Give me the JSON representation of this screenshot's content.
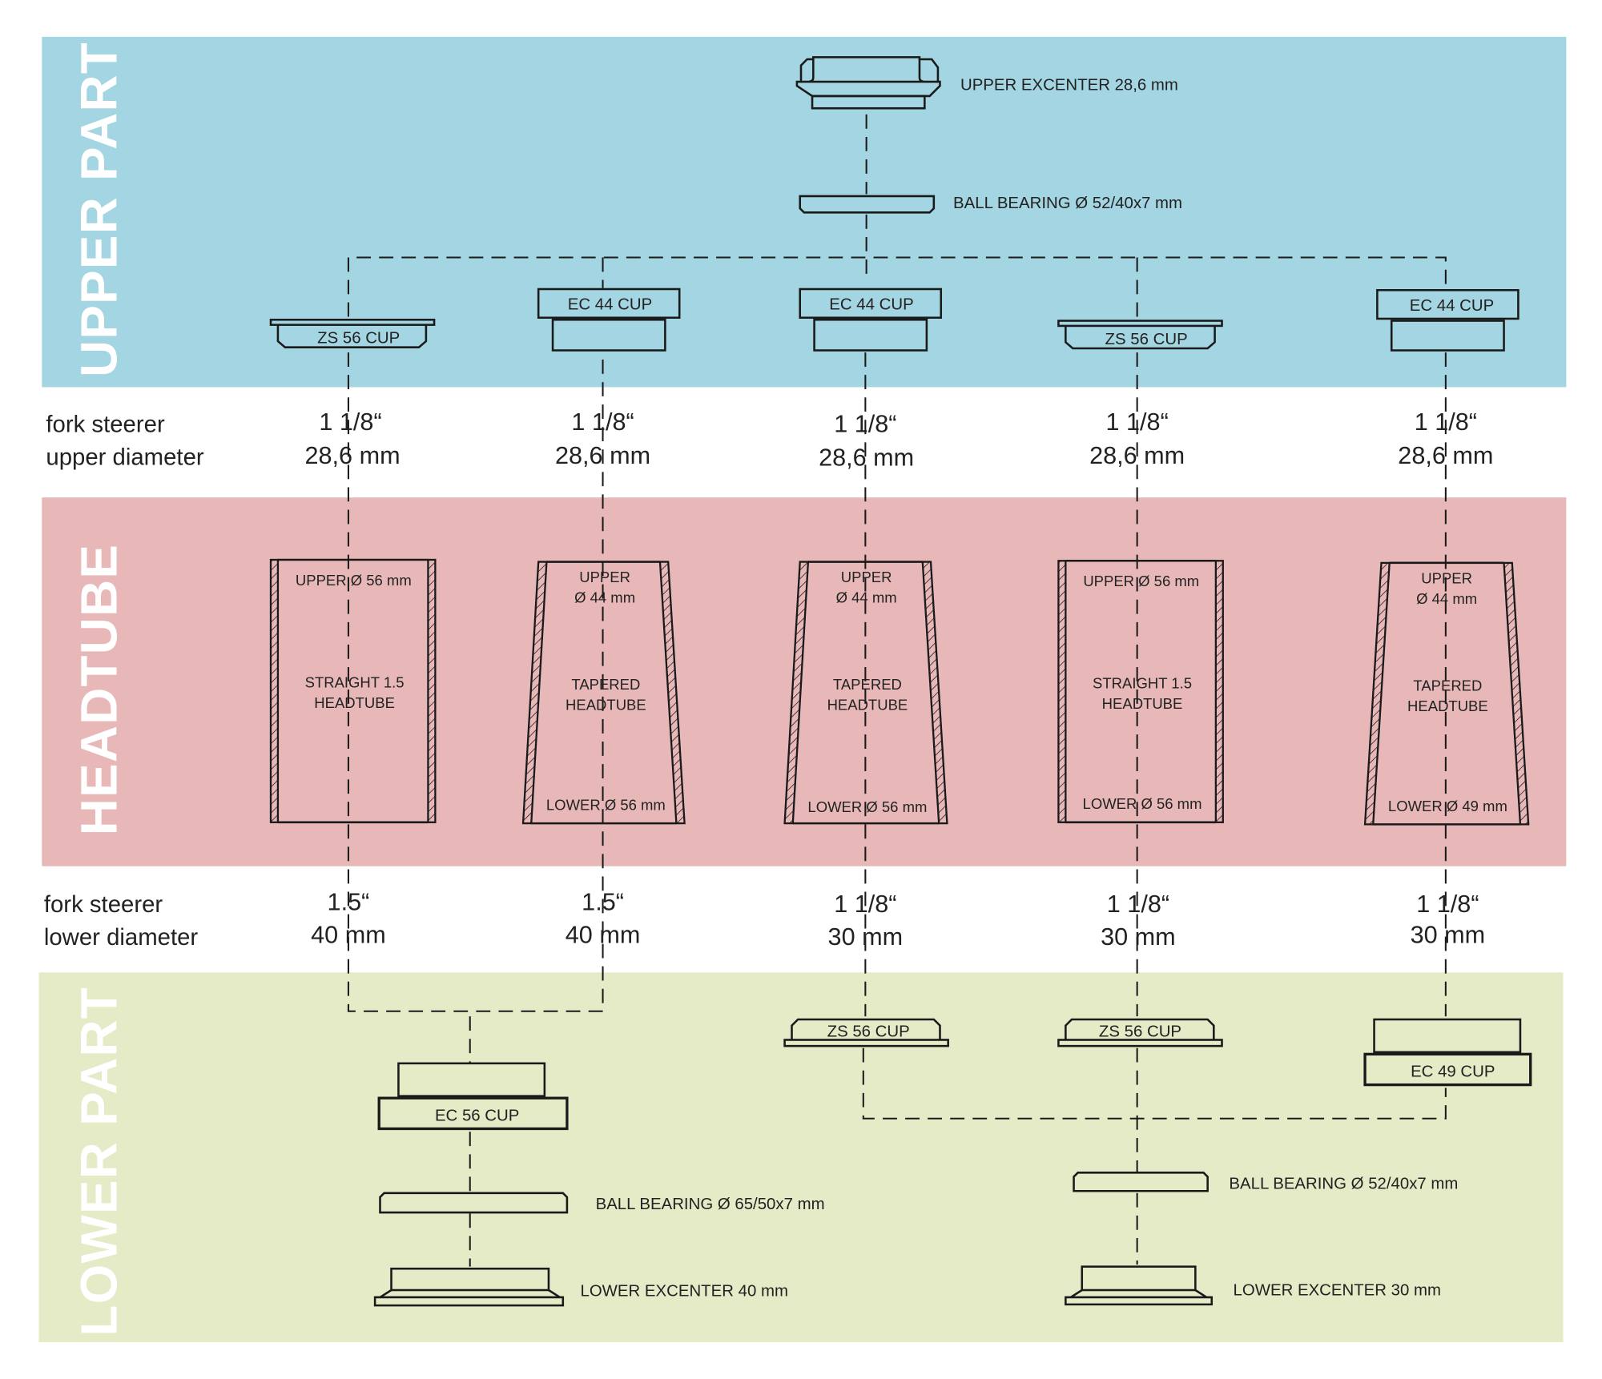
{
  "colors": {
    "upper": "#a3d5e2",
    "headtube": "#e8b8b9",
    "lower": "#e4ebc6"
  },
  "sections": {
    "upper": "UPPER PART",
    "headtube": "HEADTUBE",
    "lower": "LOWER PART"
  },
  "upper_parts": {
    "excenter": "UPPER EXCENTER 28,6 mm",
    "bearing": "BALL BEARING Ø 52/40x7 mm"
  },
  "row_labels": {
    "upper_1": "fork steerer",
    "upper_2": "upper diameter",
    "lower_1": "fork steerer",
    "lower_2": "lower diameter"
  },
  "columns": [
    {
      "upper_cup": "ZS 56 CUP",
      "upper_in": "1 1/8“",
      "upper_mm": "28,6 mm",
      "ht_upper": "UPPER Ø 56 mm",
      "ht_upper2": "",
      "ht_type1": "STRAIGHT 1.5",
      "ht_type2": "HEADTUBE",
      "ht_lower": "",
      "lower_in": "1.5“",
      "lower_mm": "40 mm"
    },
    {
      "upper_cup": "EC 44 CUP",
      "upper_in": "1 1/8“",
      "upper_mm": "28,6 mm",
      "ht_upper": "UPPER",
      "ht_upper2": "Ø 44 mm",
      "ht_type1": "TAPERED",
      "ht_type2": "HEADTUBE",
      "ht_lower": "LOWER Ø 56 mm",
      "lower_in": "1.5“",
      "lower_mm": "40 mm"
    },
    {
      "upper_cup": "EC 44 CUP",
      "upper_in": "1 1/8“",
      "upper_mm": "28,6 mm",
      "ht_upper": "UPPER",
      "ht_upper2": "Ø 44 mm",
      "ht_type1": "TAPERED",
      "ht_type2": "HEADTUBE",
      "ht_lower": "LOWER Ø 56 mm",
      "lower_in": "1 1/8“",
      "lower_mm": "30 mm"
    },
    {
      "upper_cup": "ZS 56 CUP",
      "upper_in": "1 1/8“",
      "upper_mm": "28,6 mm",
      "ht_upper": "UPPER Ø 56 mm",
      "ht_upper2": "",
      "ht_type1": "STRAIGHT 1.5",
      "ht_type2": "HEADTUBE",
      "ht_lower": "LOWER Ø 56 mm",
      "lower_in": "1 1/8“",
      "lower_mm": "30 mm"
    },
    {
      "upper_cup": "EC 44 CUP",
      "upper_in": "1 1/8“",
      "upper_mm": "28,6 mm",
      "ht_upper": "UPPER",
      "ht_upper2": "Ø 44 mm",
      "ht_type1": "TAPERED",
      "ht_type2": "HEADTUBE",
      "ht_lower": "LOWER Ø 49 mm",
      "lower_in": "1 1/8“",
      "lower_mm": "30 mm"
    }
  ],
  "lower_parts": {
    "cup_ec56": "EC 56 CUP",
    "cup_zs56_a": "ZS 56 CUP",
    "cup_zs56_b": "ZS 56 CUP",
    "cup_ec49": "EC 49 CUP",
    "bearing_left": "BALL BEARING Ø 65/50x7 mm",
    "excenter_left": "LOWER EXCENTER 40 mm",
    "bearing_right": "BALL BEARING Ø 52/40x7 mm",
    "excenter_right": "LOWER EXCENTER 30 mm"
  }
}
